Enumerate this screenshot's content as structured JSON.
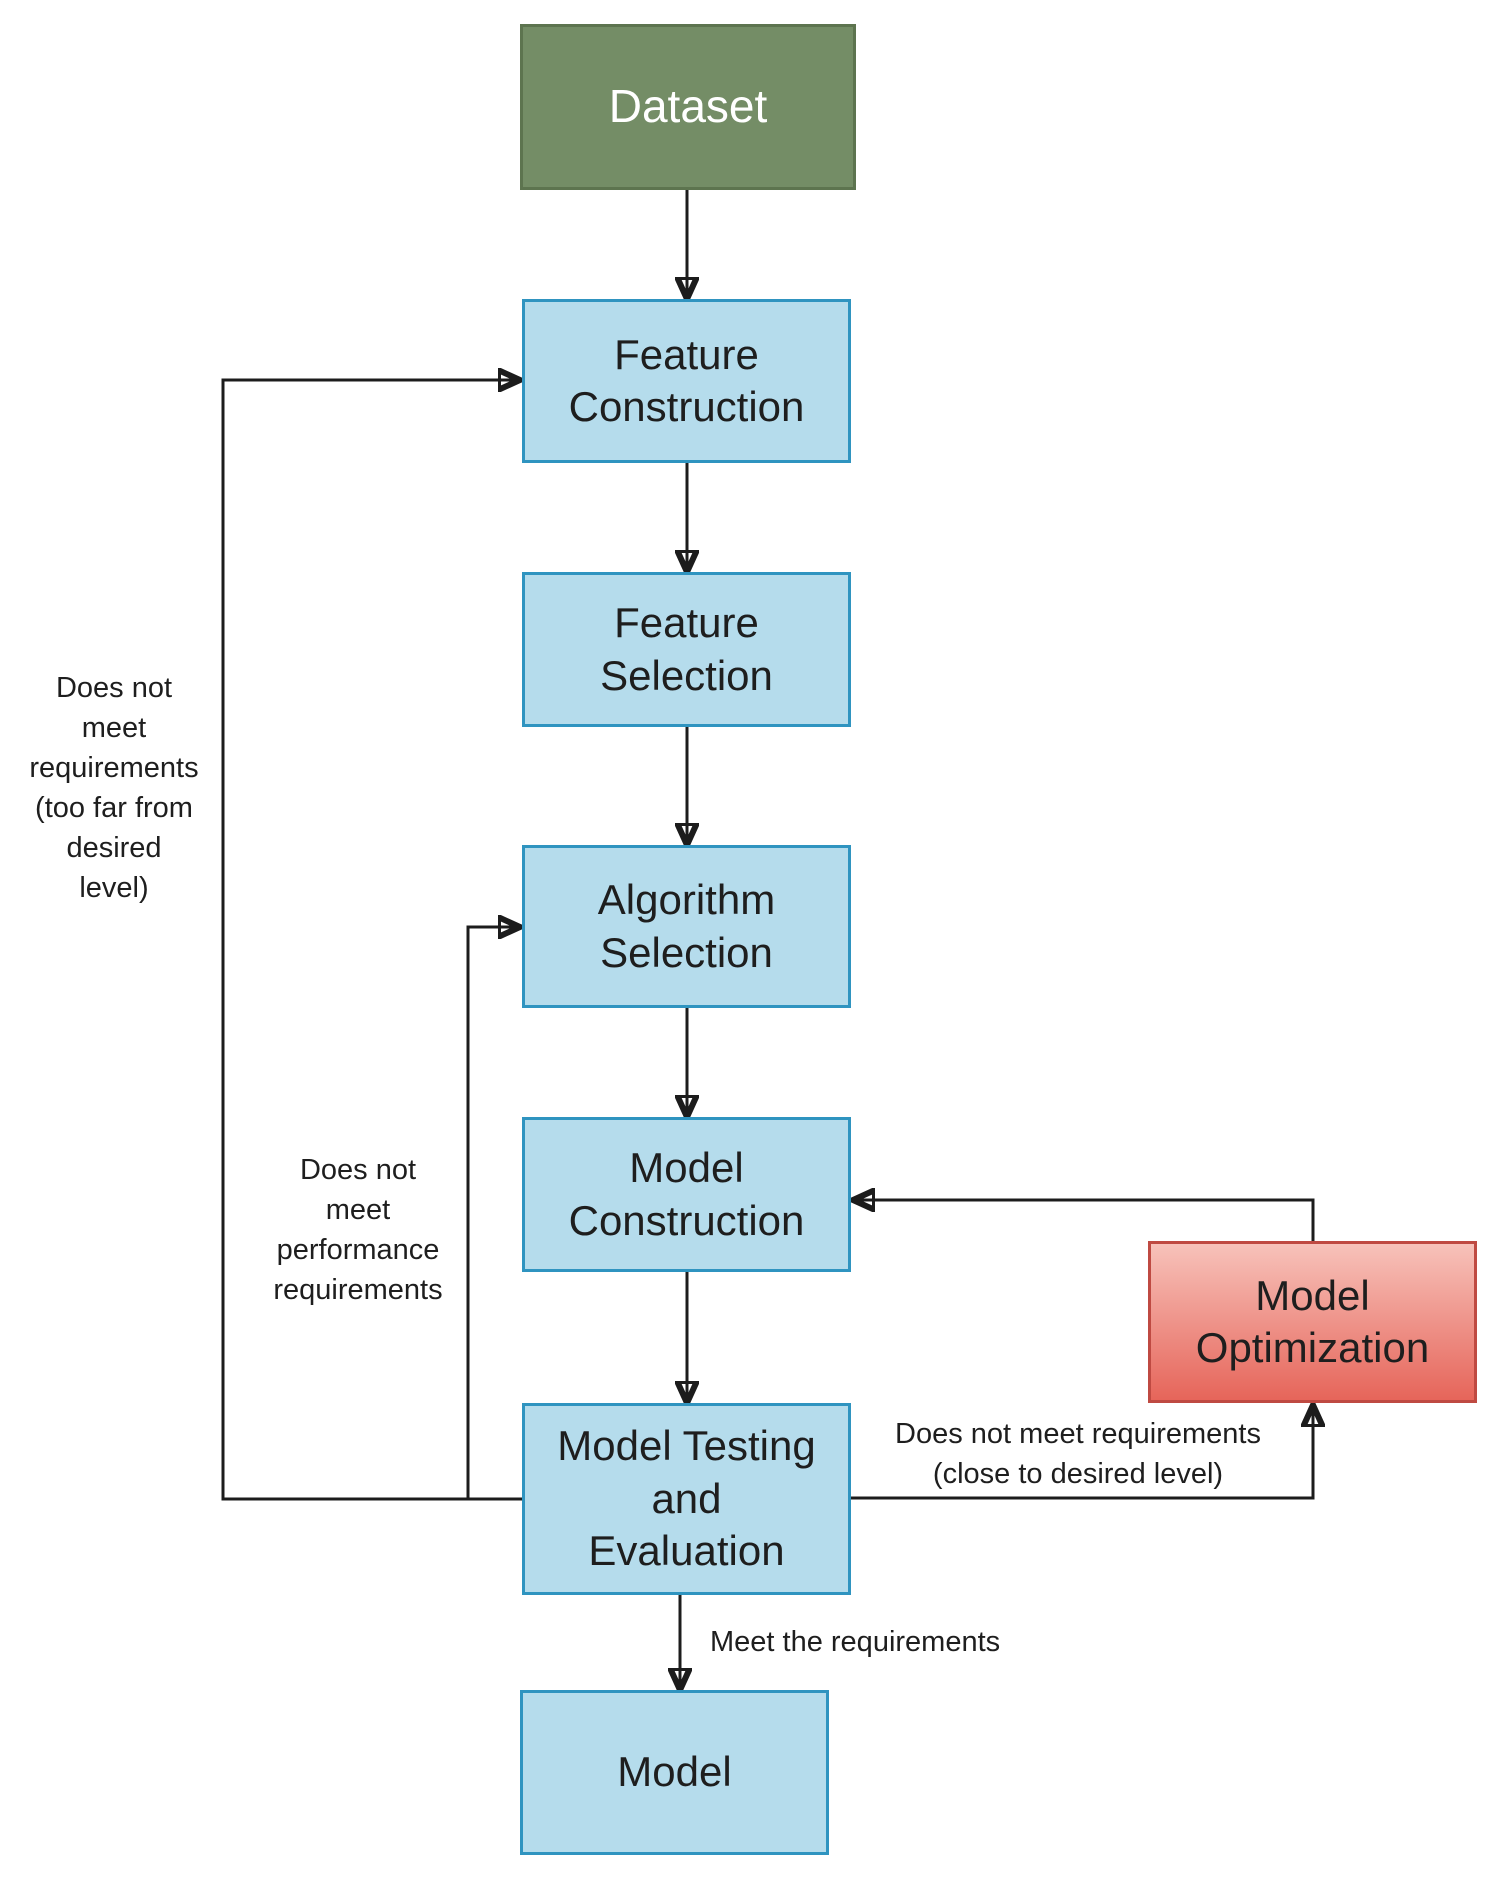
{
  "diagram": {
    "nodes": {
      "dataset": {
        "label": "Dataset"
      },
      "feature_construction": {
        "label": [
          "Feature",
          "Construction"
        ]
      },
      "feature_selection": {
        "label": [
          "Feature",
          "Selection"
        ]
      },
      "algorithm_selection": {
        "label": [
          "Algorithm",
          "Selection"
        ]
      },
      "model_construction": {
        "label": [
          "Model",
          "Construction"
        ]
      },
      "model_testing": {
        "label": [
          "Model Testing",
          "and",
          "Evaluation"
        ]
      },
      "model": {
        "label": "Model"
      },
      "model_optimization": {
        "label": [
          "Model",
          "Optimization"
        ]
      }
    },
    "edge_labels": {
      "too_far": [
        "Does not",
        "meet",
        "requirements",
        "(too far from",
        "desired",
        "level)"
      ],
      "performance": [
        "Does not",
        "meet",
        "performance",
        "requirements"
      ],
      "close_to_desired": [
        "Does not meet requirements",
        "(close to desired level)"
      ],
      "meets": "Meet the requirements"
    }
  },
  "colors": {
    "dataset_fill": "#748d66",
    "dataset_border": "#5d744f",
    "dataset_text": "#ffffff",
    "process_fill": "#b5dcec",
    "process_border": "#2f94c0",
    "process_text": "#1e1e1e",
    "optimization_fill_top": "#f7c2ba",
    "optimization_fill_bottom": "#e6655a",
    "optimization_border": "#bf4a42",
    "line_color": "#1c1c1c",
    "label_text": "#1e1e1e",
    "background": "#ffffff"
  }
}
